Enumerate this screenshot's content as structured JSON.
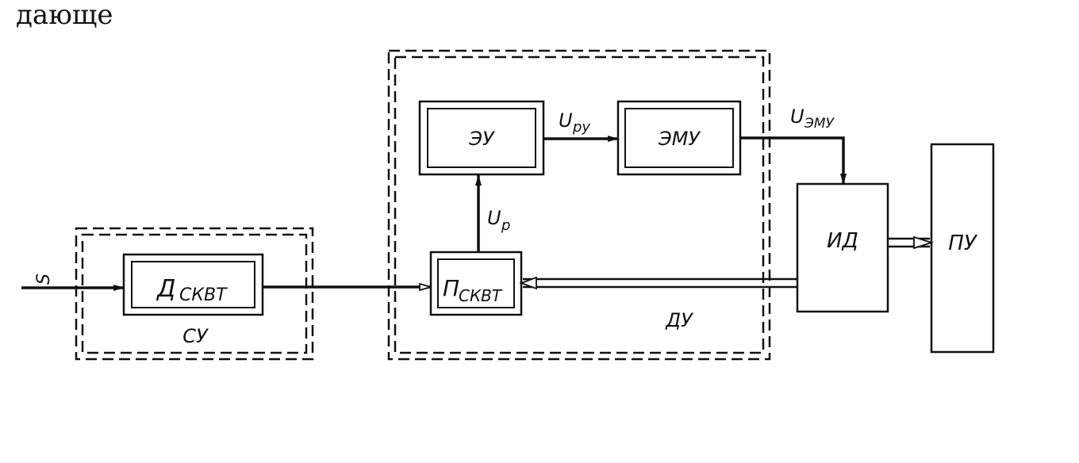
{
  "header_text": "дающе",
  "input_signal": "S",
  "blocks": {
    "d_skvt": {
      "main": "Д",
      "sub": "СКВТ"
    },
    "p_skvt": {
      "main": "П",
      "sub": "СКВТ"
    },
    "eu": "ЭУ",
    "emu": "ЭМУ",
    "id": "ИД",
    "pu": "ПУ"
  },
  "groups": {
    "su": "СУ",
    "du": "ДУ"
  },
  "signals": {
    "u_ru": {
      "main": "U",
      "sub": "ру"
    },
    "u_emu": {
      "main": "U",
      "sub": "ЭМУ"
    },
    "u_r": {
      "main": "U",
      "sub": "р"
    }
  }
}
